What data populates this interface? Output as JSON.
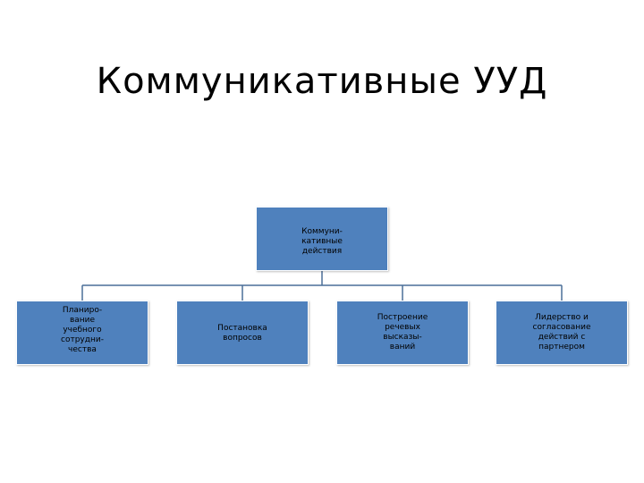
{
  "title": "Коммуникативные УУД",
  "colors": {
    "node_fill": "#4f81bd",
    "connector": "#4a6f98"
  },
  "diagram": {
    "root": {
      "label": "Коммуни-\nкативные\nдействия"
    },
    "children": [
      {
        "label": "Планиро-\nвание\nучебного\nсотрудни-\nчества"
      },
      {
        "label": "Постановка\nвопросов"
      },
      {
        "label": "Построение\nречевых\nвысказы-\nваний"
      },
      {
        "label": "Лидерство и\nсогласование\nдействий с\nпартнером"
      }
    ]
  }
}
